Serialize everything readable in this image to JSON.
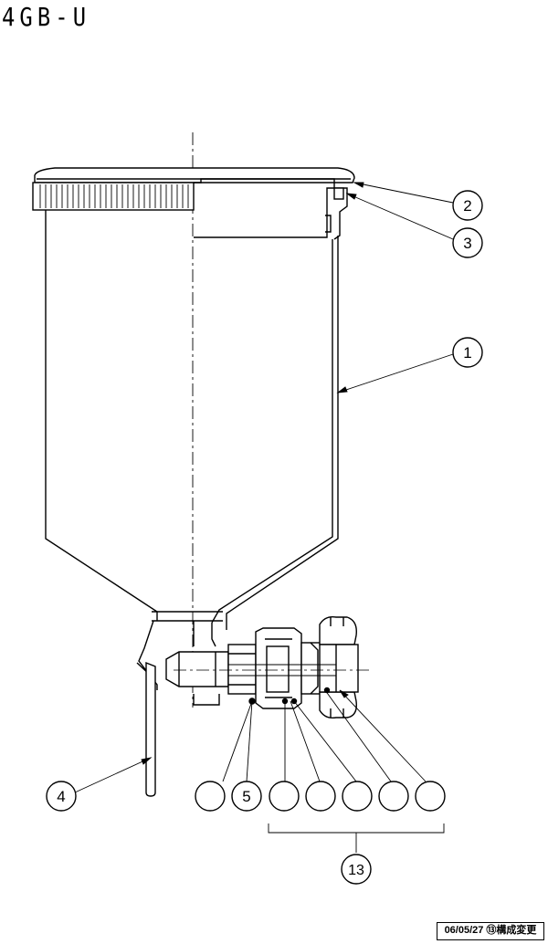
{
  "title": "4GB-U",
  "revision_note": "06/05/27 ⑬構成変更",
  "callouts": {
    "c1": "1",
    "c2": "2",
    "c3": "3",
    "c4": "4",
    "c5": "5",
    "c13": "13"
  }
}
